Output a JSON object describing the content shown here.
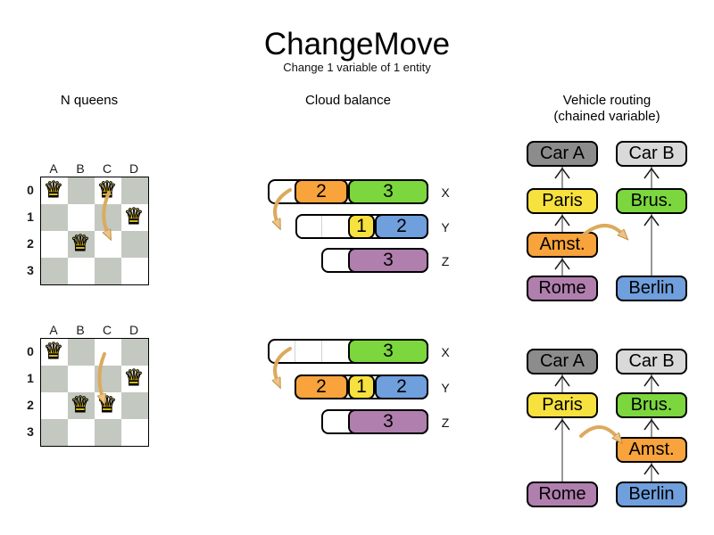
{
  "title": "ChangeMove",
  "subtitle": "Change 1 variable of 1 entity",
  "queen_glyph": "♛",
  "colors": {
    "orange": "#f8a33c",
    "green": "#7cd63e",
    "yellow": "#f6e13e",
    "blue": "#6f9fdc",
    "purple": "#b07fae",
    "car_a_gray": "#8c8c8c",
    "car_b_gray": "#d9d9d9",
    "board_gray": "#c3c8c0",
    "queen_gold": "#f0d121",
    "arrow_tan": "#dcaa5e"
  },
  "nqueens": {
    "header": "N queens",
    "cols": [
      "A",
      "B",
      "C",
      "D"
    ],
    "rows": [
      "0",
      "1",
      "2",
      "3"
    ],
    "before_queens": [
      "A0",
      "C0",
      "D1",
      "B2"
    ],
    "after_queens": [
      "A0",
      "D1",
      "B2",
      "C2"
    ],
    "move": "queen C0 to row 2"
  },
  "cloud": {
    "header": "Cloud balance",
    "row_labels": [
      "X",
      "Y",
      "Z"
    ],
    "before": {
      "x": {
        "b0": "2",
        "b1": "3"
      },
      "y": {
        "b0": "1",
        "b1": "2"
      },
      "z": {
        "b0": "3"
      }
    },
    "after": {
      "x": {
        "b0": "3"
      },
      "y": {
        "b0": "2",
        "b1": "1",
        "b2": "2"
      },
      "z": {
        "b0": "3"
      }
    }
  },
  "vehicle": {
    "header": "Vehicle routing",
    "header2": "(chained variable)",
    "nodes": {
      "carA": "Car A",
      "carB": "Car B",
      "paris": "Paris",
      "brus": "Brus.",
      "amst": "Amst.",
      "rome": "Rome",
      "berlin": "Berlin"
    }
  }
}
